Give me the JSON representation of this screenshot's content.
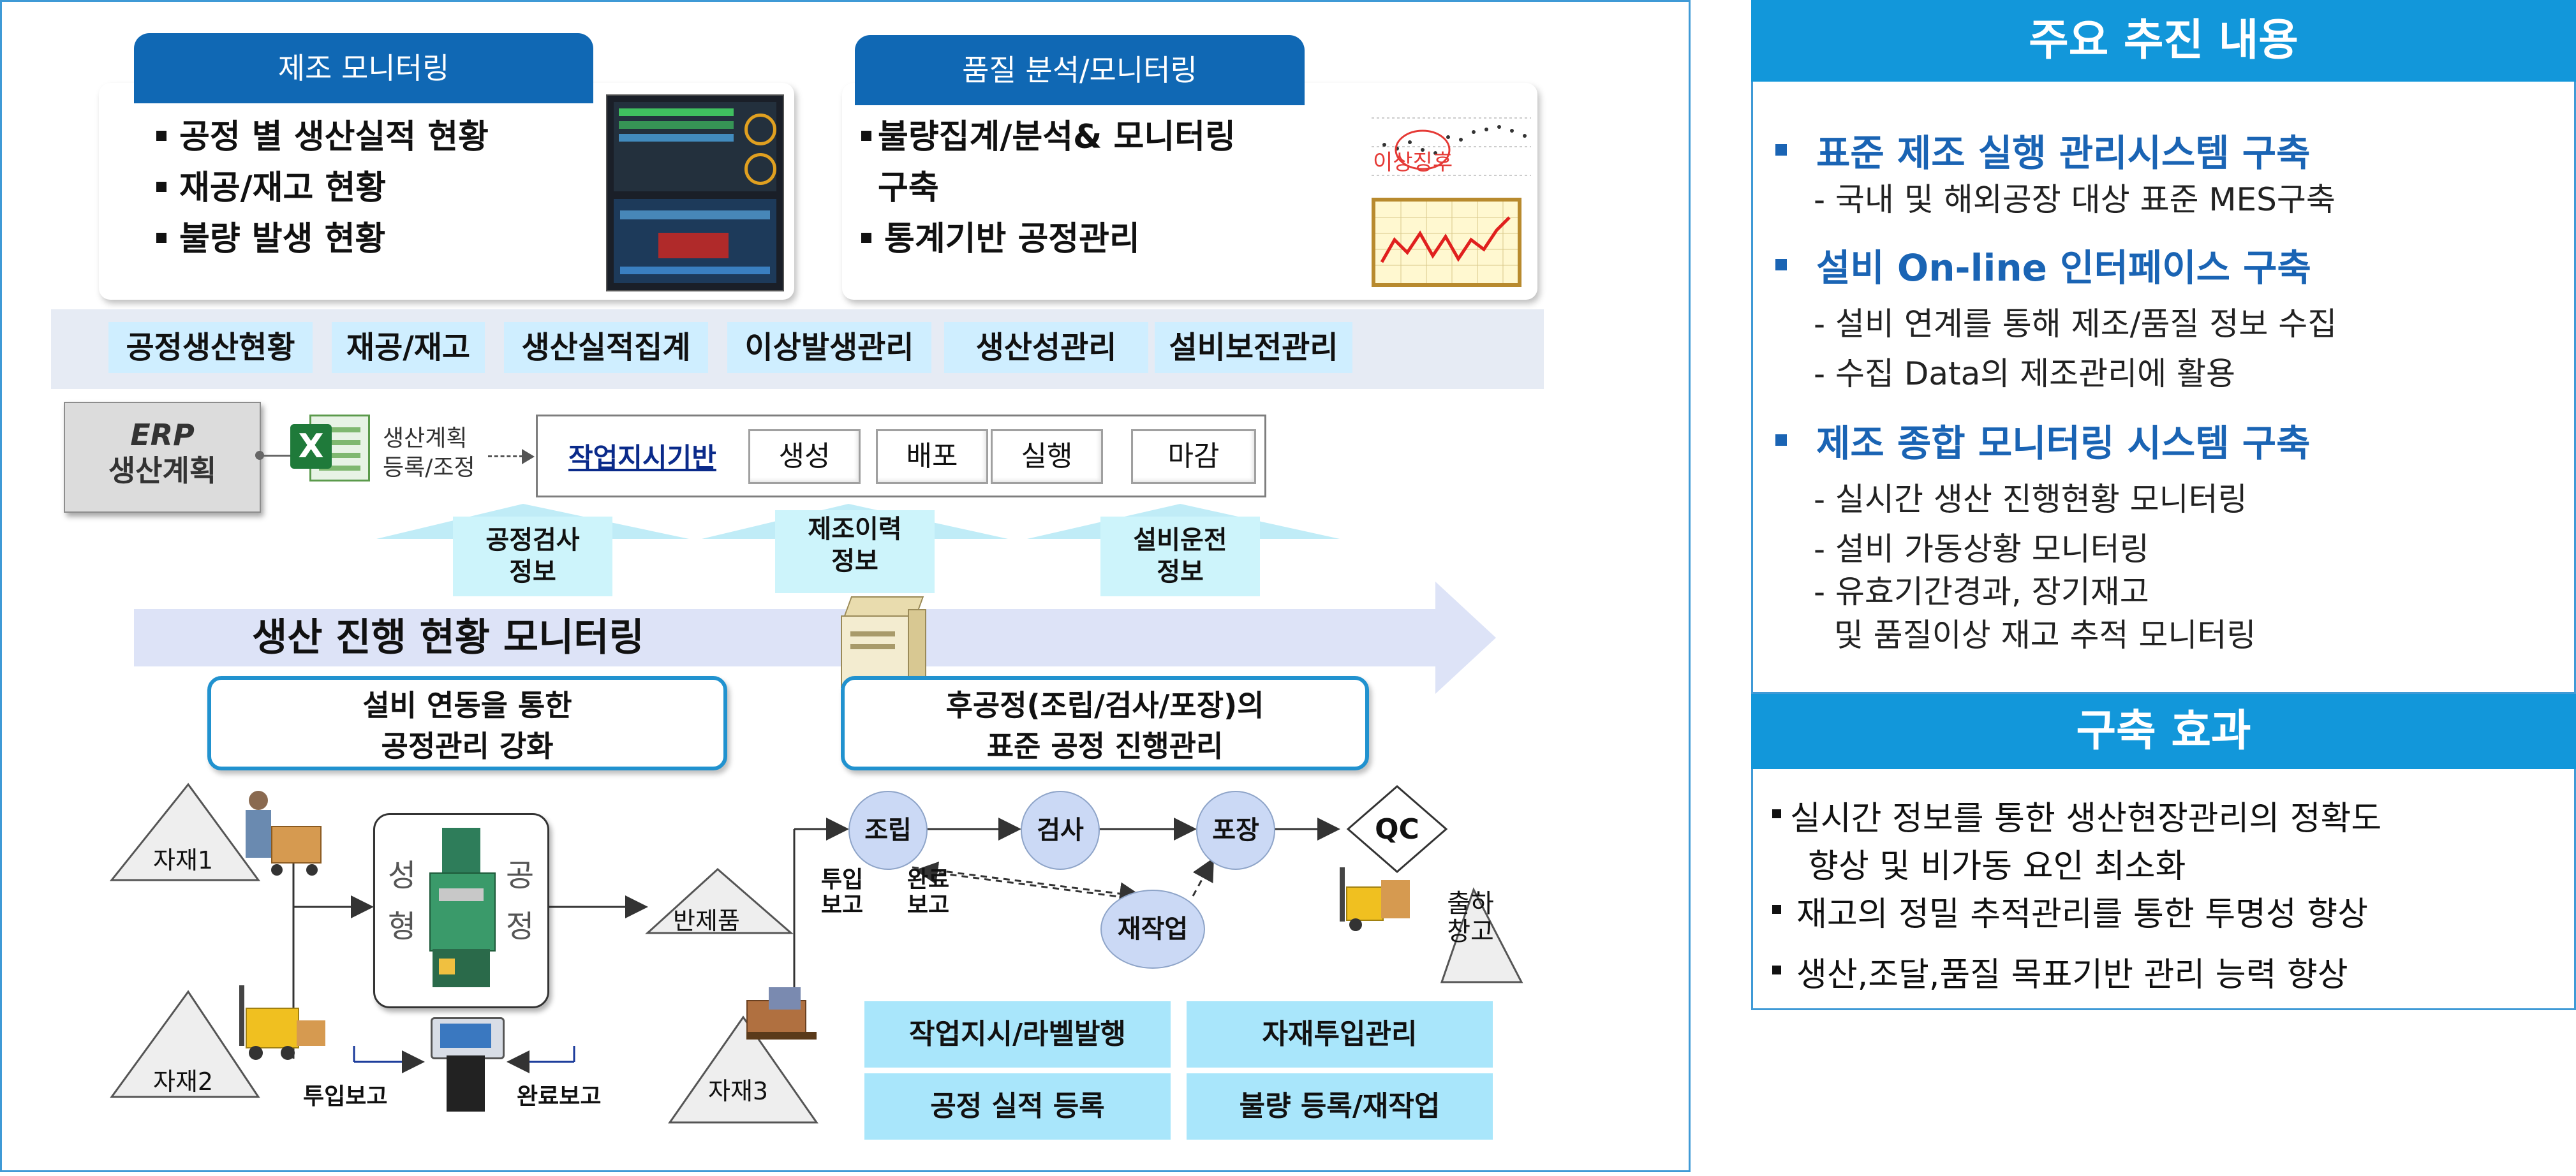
{
  "panels": {
    "mfg": {
      "title": "제조 모니터링",
      "items": [
        "공정 별 생산실적 현황",
        "재공/재고 현황",
        "불량 발생 현황"
      ]
    },
    "quality": {
      "title": "품질 분석/모니터링",
      "items": [
        "불량집계/분석& 모니터링",
        "구축",
        "통계기반 공정관리"
      ],
      "anomaly_label": "이상징후"
    }
  },
  "functions": [
    "공정생산현황",
    "재공/재고",
    "생산실적집계",
    "이상발생관리",
    "생산성관리",
    "설비보전관리"
  ],
  "erp": {
    "line1": "ERP",
    "line2": "생산계획"
  },
  "plan_label": {
    "line1": "생산계획",
    "line2": "등록/조정"
  },
  "work_order": {
    "label": "작업지시기반",
    "steps": [
      "생성",
      "배포",
      "실행",
      "마감"
    ]
  },
  "up_arrows": [
    {
      "line1": "공정검사",
      "line2": "정보"
    },
    {
      "line1": "제조이력",
      "line2": "정보"
    },
    {
      "line1": "설비운전",
      "line2": "정보"
    }
  ],
  "monitoring_banner": "생산 진행 현황 모니터링",
  "callouts": {
    "left": {
      "line1": "설비 연동을 통한",
      "line2": "공정관리 강화"
    },
    "right": {
      "line1": "후공정(조립/검사/포장)의",
      "line2": "표준 공정 진행관리"
    }
  },
  "flow": {
    "materials": [
      "자재1",
      "자재2",
      "자재3"
    ],
    "molding": {
      "c1": "성",
      "c2": "형",
      "c3": "공",
      "c4": "정"
    },
    "semi": "반제품",
    "process": [
      "조립",
      "검사",
      "포장"
    ],
    "qc": "QC",
    "rework": "재작업",
    "input_report": {
      "line1": "투입",
      "line2": "보고"
    },
    "done_report": {
      "line1": "완료",
      "line2": "보고"
    },
    "ship": {
      "line1": "출하",
      "line2": "창고"
    },
    "kiosk_in": "투입보고",
    "kiosk_out": "완료보고"
  },
  "bottom_functions": [
    "작업지시/라벨발행",
    "자재투입관리",
    "공정 실적 등록",
    "불량 등록/재작업"
  ],
  "right": {
    "tasks_title": "주요 추진 내용",
    "tasks": [
      {
        "title": "표준 제조 실행 관리시스템 구축",
        "subs": [
          "- 국내 및 해외공장 대상 표준 MES구축"
        ]
      },
      {
        "title": "설비 On-line 인터페이스 구축",
        "subs": [
          "- 설비 연계를 통해 제조/품질 정보 수집",
          "- 수집 Data의 제조관리에 활용"
        ]
      },
      {
        "title": "제조 종합 모니터링 시스템 구축",
        "subs": [
          "- 실시간 생산 진행현황 모니터링",
          "- 설비 가동상황 모니터링",
          "- 유효기간경과, 장기재고",
          "  및 품질이상 재고 추적 모니터링"
        ]
      }
    ],
    "effects_title": "구축 효과",
    "effects": [
      {
        "line1": "실시간 정보를 통한 생산현장관리의 정확도",
        "line2": "향상 및 비가동 요인 최소화"
      },
      {
        "line1": "재고의 정밀 추적관리를 통한 투명성 향상",
        "line2": ""
      },
      {
        "line1": "생산,조달,품질 목표기반 관리 능력 향상",
        "line2": ""
      }
    ]
  },
  "colors": {
    "header_blue": "#1068b4",
    "accent_blue": "#1297da",
    "chip_cyan": "#cfeeff"
  }
}
